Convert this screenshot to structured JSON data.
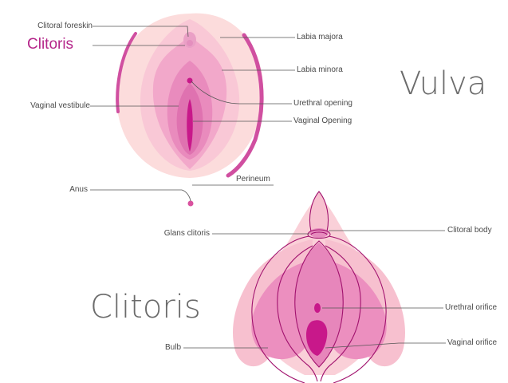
{
  "colors": {
    "outer": "#fcdcdc",
    "majora": "#f9c8d6",
    "minora": "#f2a8ca",
    "vestibule": "#e98bbd",
    "deep": "#d9529f",
    "magenta": "#c8188a",
    "outline": "#a1126e",
    "accent_text": "#b5268a",
    "leader": "#555555"
  },
  "vulva": {
    "title": "Vulva",
    "labels": {
      "clitoral_foreskin": "Clitoral foreskin",
      "clitoris": "Clitoris",
      "labia_majora": "Labia majora",
      "labia_minora": "Labia minora",
      "vaginal_vestibule": "Vaginal vestibule",
      "urethral_opening": "Urethral opening",
      "vaginal_opening": "Vaginal Opening",
      "perineum": "Perineum",
      "anus": "Anus"
    }
  },
  "clitoris_diagram": {
    "title": "Clitoris",
    "labels": {
      "glans_clitoris": "Glans clitoris",
      "clitoral_body": "Clitoral body",
      "urethral_orifice": "Urethral orifice",
      "bulb": "Bulb",
      "vaginal_orifice": "Vaginal orifice"
    }
  }
}
